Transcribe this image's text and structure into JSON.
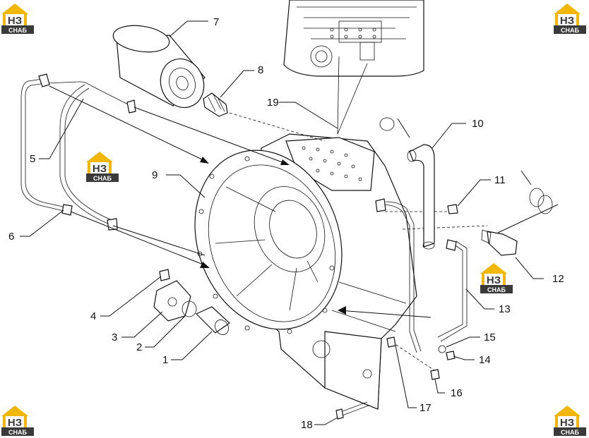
{
  "logo": {
    "mark": "НЗ",
    "caption": "СНАБ",
    "colors": {
      "roof": "#f2b705",
      "dark": "#3a3a3a",
      "white": "#ffffff"
    }
  },
  "callouts": {
    "c1": "1",
    "c2": "2",
    "c3": "3",
    "c4": "4",
    "c5": "5",
    "c6": "6",
    "c7": "7",
    "c8": "8",
    "c9": "9",
    "c10": "10",
    "c11": "11",
    "c12": "12",
    "c13": "13",
    "c14": "14",
    "c15": "15",
    "c16": "16",
    "c17": "17",
    "c18": "18",
    "c19": "19"
  }
}
